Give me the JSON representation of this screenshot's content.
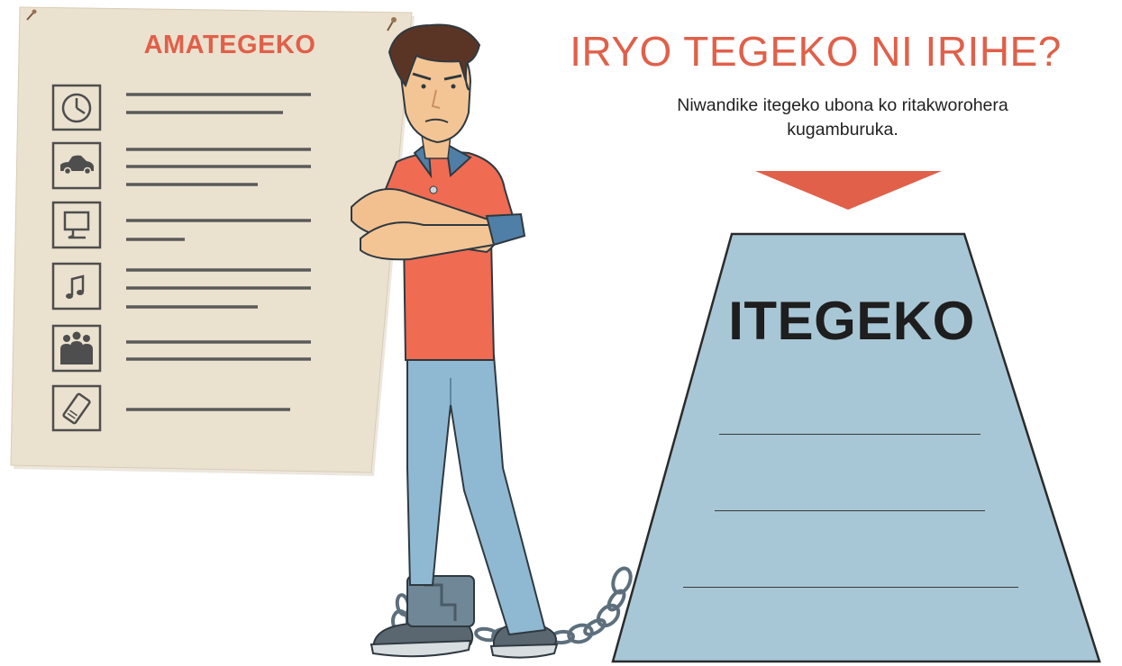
{
  "rules_sheet": {
    "title": "AMATEGEKO",
    "rules": [
      {
        "icon": "clock-icon",
        "lines": 2
      },
      {
        "icon": "car-icon",
        "lines": 3
      },
      {
        "icon": "monitor-icon",
        "lines": 2
      },
      {
        "icon": "music-note-icon",
        "lines": 3
      },
      {
        "icon": "group-icon",
        "lines": 2
      },
      {
        "icon": "phone-icon",
        "lines": 1
      }
    ]
  },
  "heading": "IRYO TEGEKO NI IRIHE?",
  "instruction": "Niwandike itegeko ubona ko ritakworohera kugamburuka.",
  "weight": {
    "label": "ITEGEKO",
    "answer_lines": 3
  },
  "colors": {
    "accent": "#e0604a",
    "paper": "#ebe1cf",
    "weight": "#a8c7d6",
    "shirt": "#ef6b52",
    "jeans": "#8fb9d3"
  }
}
